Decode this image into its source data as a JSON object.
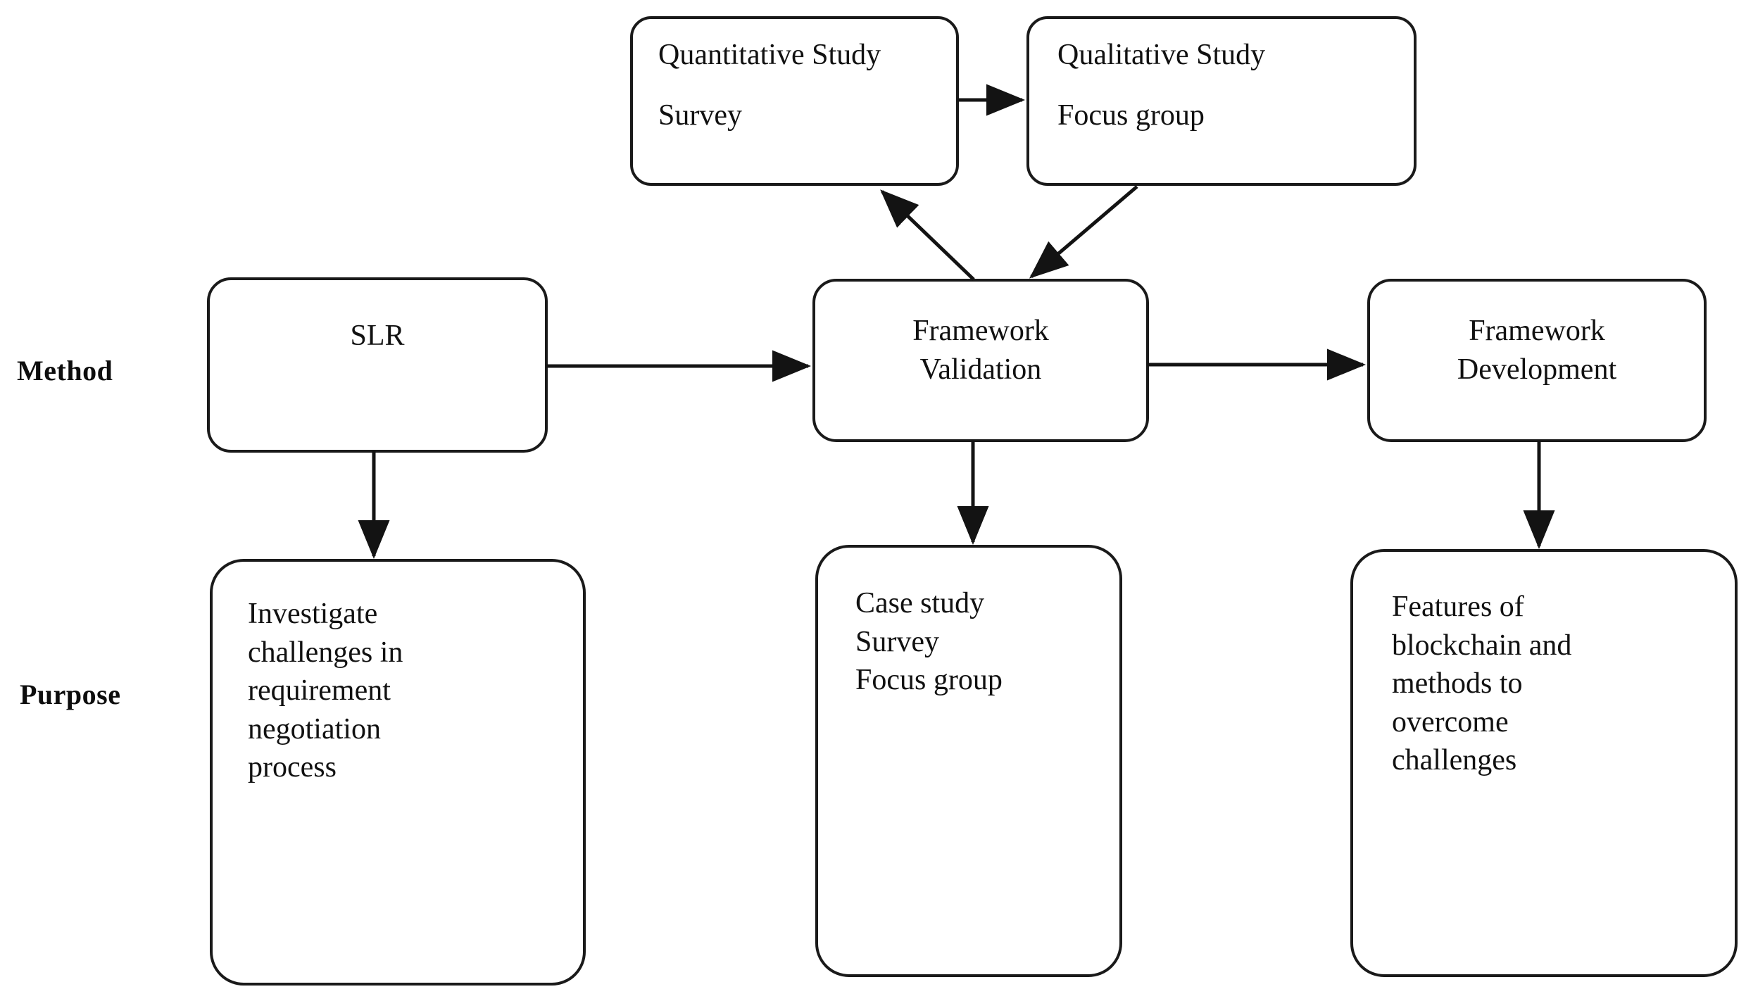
{
  "figure": {
    "type": "research-methodology-flowchart",
    "background_color": "#ffffff",
    "stroke_color": "#1a1a1a",
    "text_color": "#111111"
  },
  "row_labels": [
    {
      "id": "method",
      "label": "Method"
    },
    {
      "id": "purpose",
      "label": "Purpose"
    }
  ],
  "nodes": {
    "quantitative_study": {
      "label": "Quantitative Study\nSurvey",
      "line1": "Quantitative Study",
      "line2": "Survey",
      "row": "top"
    },
    "qualitative_study": {
      "label": "Qualitative Study\nFocus group",
      "line1": "Qualitative Study",
      "line2": "Focus group",
      "row": "top"
    },
    "slr": {
      "label": "SLR",
      "row": "method"
    },
    "framework_validation": {
      "label": "Framework\nValidation",
      "line1": "Framework",
      "line2": "Validation",
      "row": "method"
    },
    "framework_development": {
      "label": "Framework\nDevelopment",
      "line1": "Framework",
      "line2": "Development",
      "row": "method"
    },
    "purpose_slr": {
      "label": "Investigate\nchallenges in\nrequirement\nnegotiation\nprocess",
      "row": "purpose"
    },
    "purpose_validation": {
      "label": "Case study\nSurvey\nFocus group",
      "row": "purpose"
    },
    "purpose_development": {
      "label": "Features of\nblockchain and\nmethods to\novercome\nchallenges",
      "row": "purpose"
    }
  },
  "edges": [
    {
      "id": "quantitative-to-qualitative",
      "from": "quantitative_study",
      "to": "qualitative_study",
      "direction": "right"
    },
    {
      "id": "validation-to-quantitative",
      "from": "framework_validation",
      "to": "quantitative_study",
      "direction": "up-left"
    },
    {
      "id": "qualitative-to-validation",
      "from": "qualitative_study",
      "to": "framework_validation",
      "direction": "down-left"
    },
    {
      "id": "slr-to-validation",
      "from": "slr",
      "to": "framework_validation",
      "direction": "right"
    },
    {
      "id": "validation-to-development",
      "from": "framework_validation",
      "to": "framework_development",
      "direction": "right"
    },
    {
      "id": "slr-to-purpose",
      "from": "slr",
      "to": "purpose_slr",
      "direction": "down"
    },
    {
      "id": "validation-to-purpose",
      "from": "framework_validation",
      "to": "purpose_validation",
      "direction": "down"
    },
    {
      "id": "development-to-purpose",
      "from": "framework_development",
      "to": "purpose_development",
      "direction": "down"
    }
  ]
}
